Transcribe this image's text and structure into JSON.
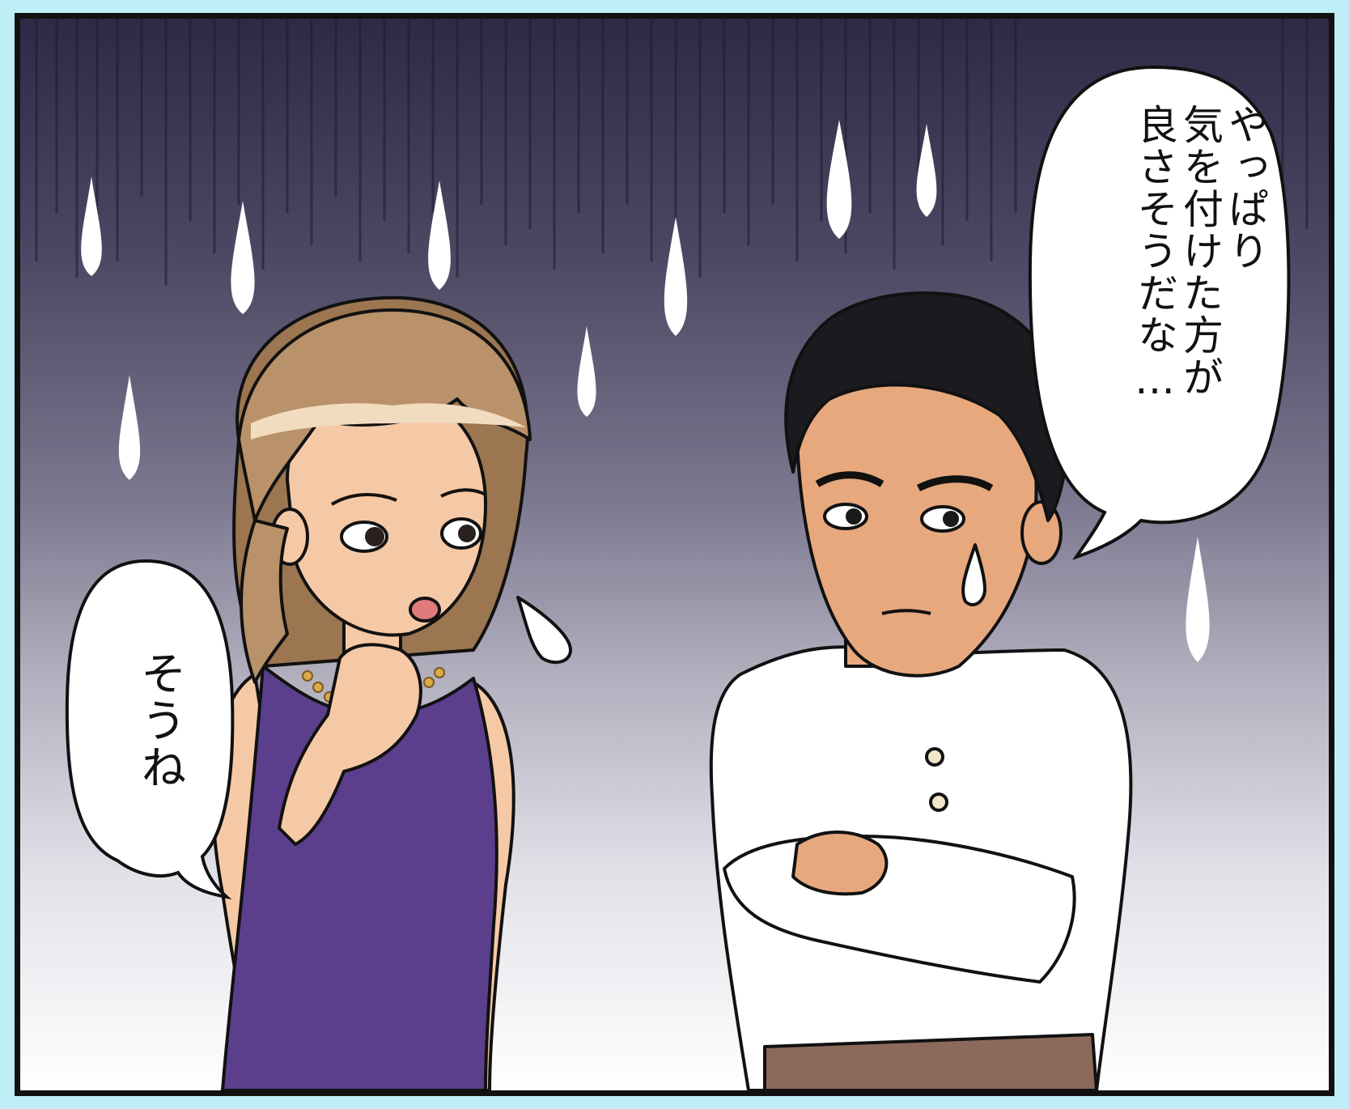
{
  "panel": {
    "speech_right": {
      "lines": [
        "やっぱり",
        "気を付けた方が",
        "良さそうだな…"
      ]
    },
    "speech_left": {
      "lines": [
        "そうね"
      ]
    },
    "colors": {
      "frame": "#bfeef6",
      "border": "#111111",
      "woman_top": "#5b3f8c",
      "woman_hair": "#b9926a",
      "man_shirt": "#ffffff",
      "skin": "#f6c9a6"
    }
  }
}
